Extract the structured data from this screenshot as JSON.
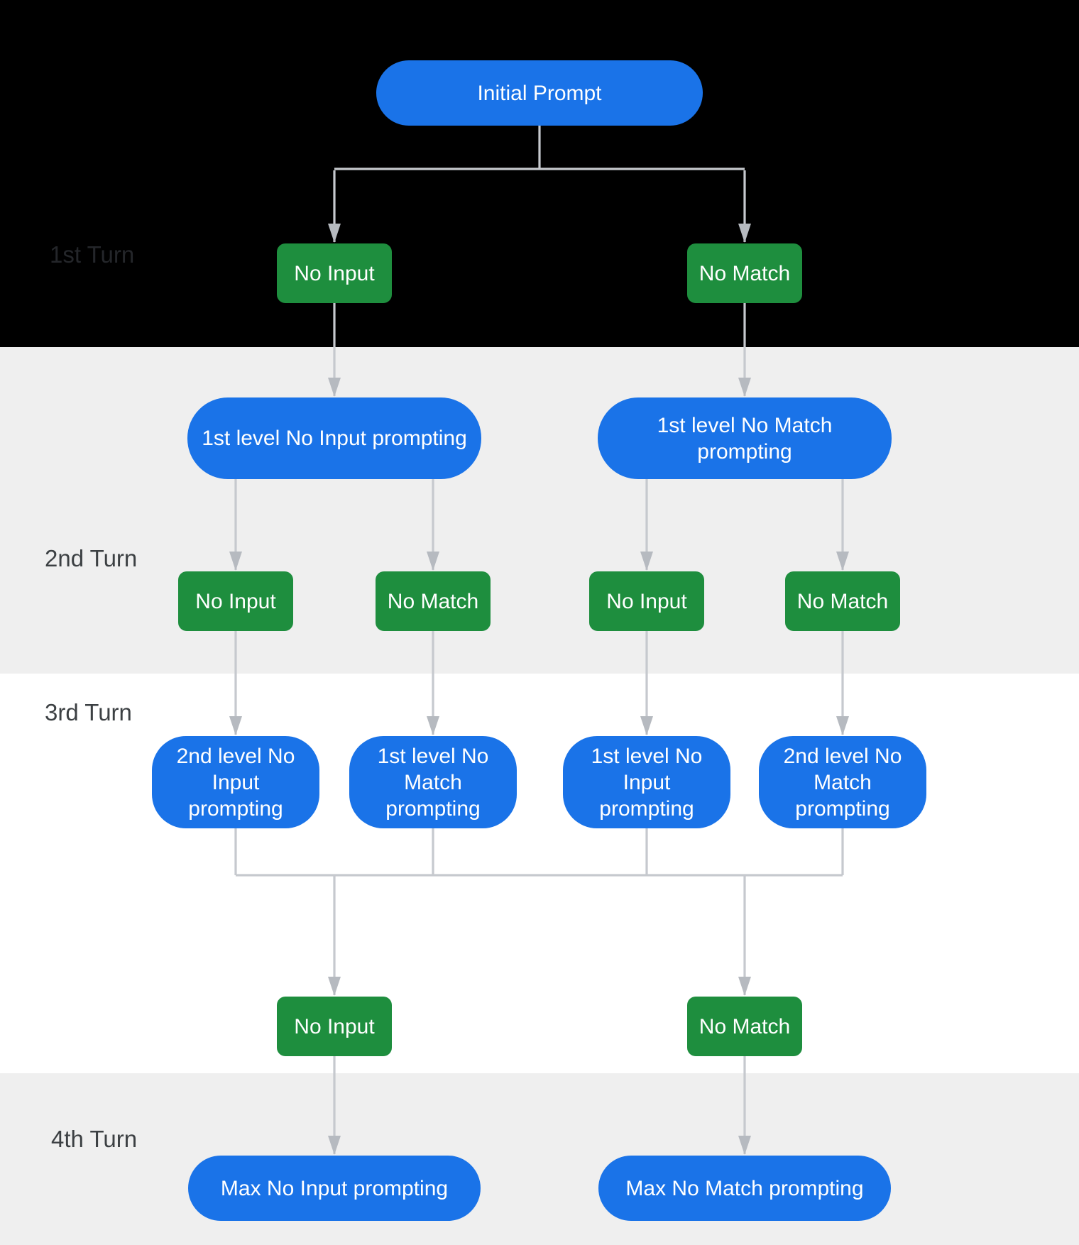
{
  "turn_labels": {
    "t1": "1st Turn",
    "t2": "2nd Turn",
    "t3": "3rd Turn",
    "t4": "4th Turn"
  },
  "nodes": {
    "initial": "Initial Prompt",
    "t1_no_input": "No Input",
    "t1_no_match": "No Match",
    "t2_left_prompt": "1st level No Input prompting",
    "t2_right_prompt": "1st level No Match prompting",
    "t2_out1": "No Input",
    "t2_out2": "No Match",
    "t2_out3": "No Input",
    "t2_out4": "No Match",
    "t3_prompt1": "2nd level No Input prompting",
    "t3_prompt2": "1st level No Match prompting",
    "t3_prompt3": "1st level No Input prompting",
    "t3_prompt4": "2nd level No Match prompting",
    "t3_no_input": "No Input",
    "t3_no_match": "No Match",
    "t4_max_no_input": "Max No Input prompting",
    "t4_max_no_match": "Max No Match prompting"
  },
  "colors": {
    "blue": "#1a73e8",
    "green": "#1e8e3e",
    "connector": "#c6c9ce",
    "arrowhead": "#b6bac0",
    "section_black": "#000000",
    "section_gray": "#efefef",
    "label_dark": "#3c4043",
    "label_on_black": "#24262a"
  }
}
